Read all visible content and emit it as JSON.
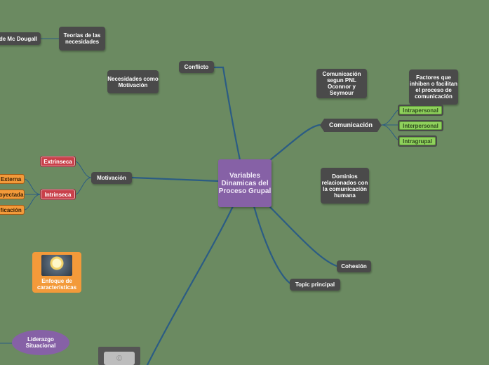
{
  "central_topic": "Variables Dinamicas del Proceso Grupal",
  "nodes": {
    "mc_dougall": "de Mc Dougall",
    "teorias": "Teorías de las necesidades",
    "conflicto": "Conflicto",
    "necesidades": "Necesidades como Motivación",
    "comunicacion_pnl": "Comunicación segun PNL Oconnor y Seymour",
    "factores": "Factores que inhiben o facilitan el proceso de comunicación",
    "comunicacion": "Comunicación",
    "intrapersonal": "Intrapersonal",
    "interpersonal": "Interpersonal",
    "intragrupal": "Intragrupal",
    "extrinseca": "Extrinseca",
    "intrinseca": "Intrinseca",
    "motivacion": "Motivación",
    "externa": "Externa",
    "proyectada": "royectada",
    "identificacion": "ificación",
    "dominios": "Dominios relacionados con la comunicación humana",
    "enfoque": "Enfoque de caracteristicas",
    "cohesion": "Cohesión",
    "topic_principal": "Topic principal",
    "liderazgo": "Liderazgo Situacional"
  },
  "colors": {
    "background": "#6b8a61",
    "link": "#2b5c84",
    "central": "#8661a6",
    "node_dark": "#4a4a4a",
    "subtopic_green": "#8fd15c",
    "subtopic_red": "#c9404a",
    "subtopic_orange": "#f39a3a"
  },
  "icons": {
    "enfoque_image": "lightbulb-icon",
    "bottom_box": "copyright-icon"
  }
}
